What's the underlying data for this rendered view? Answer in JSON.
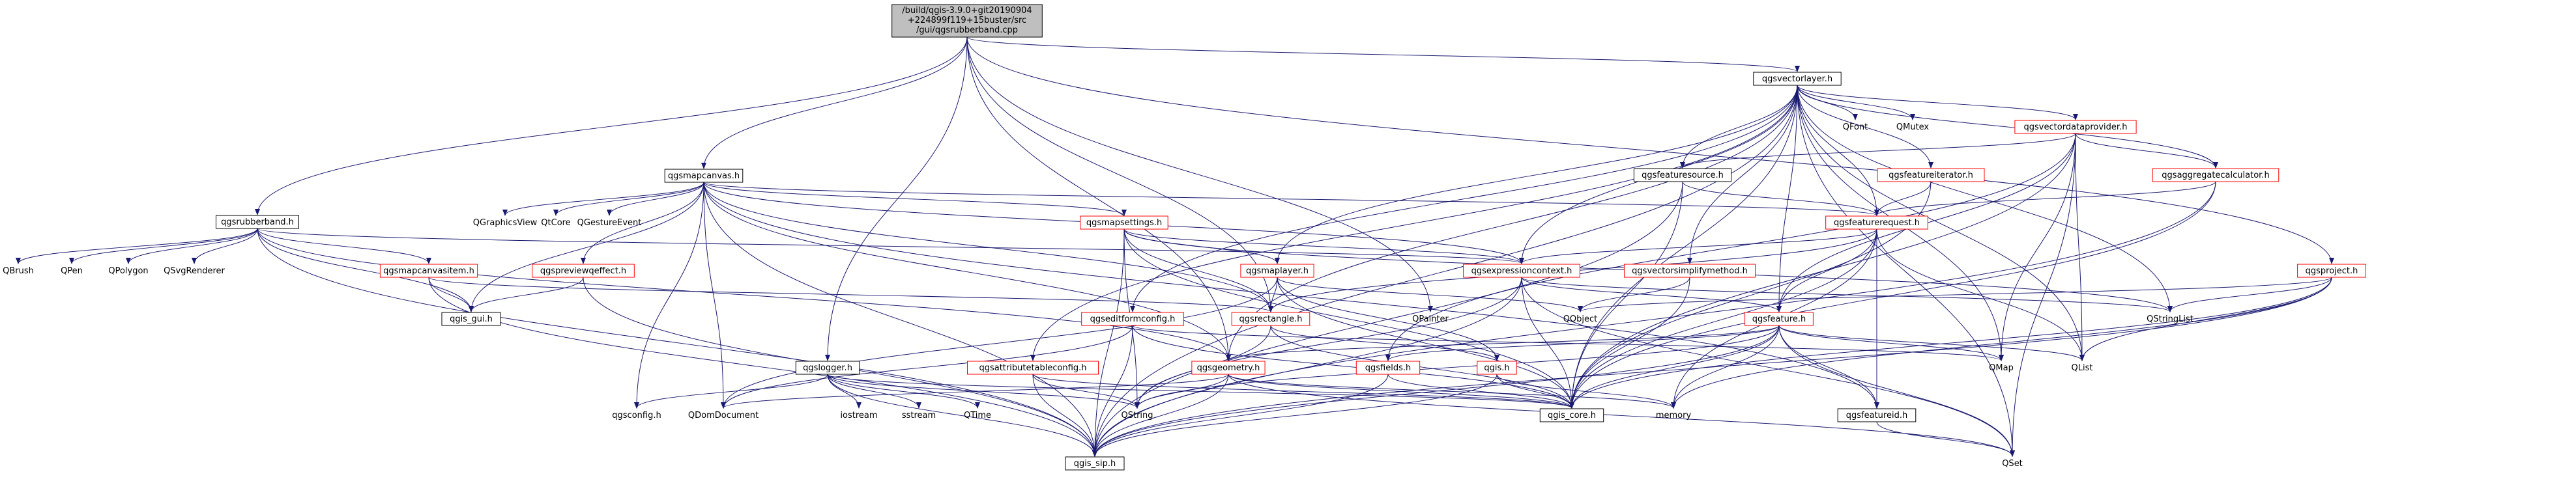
{
  "graph": {
    "root": [
      "/build/qgis-3.9.0+git20190904",
      "+224899f119+15buster/src",
      "/gui/qgsrubberband.cpp"
    ],
    "nodes": {
      "qgsvectorlayer": "qgsvectorlayer.h",
      "qgsmapcanvas": "qgsmapcanvas.h",
      "qgsrubberband": "qgsrubberband.h",
      "qgsmapsettings": "qgsmapsettings.h",
      "qgsfeaturesource": "qgsfeaturesource.h",
      "qgsvectordataprovider": "qgsvectordataprovider.h",
      "qgsfeatureiterator": "qgsfeatureiterator.h",
      "qgsaggregatecalculator": "qgsaggregatecalculator.h",
      "qgsfeaturerequest": "qgsfeaturerequest.h",
      "qgsmapcanvasitem": "qgsmapcanvasitem.h",
      "qgspreviewquffect": "qgspreviewqeffect.h",
      "qgsmaplayer": "qgsmaplayer.h",
      "qgsexpressioncontext": "qgsexpressioncontext.h",
      "qgsvectorsimplifymethod": "qgsvectorsimplifymethod.h",
      "qgsproject": "qgsproject.h",
      "qgseditformconfig": "qgseditformconfig.h",
      "qgsrectangle": "qgsrectangle.h",
      "qgsfeature": "qgsfeature.h",
      "qgslogger": "qgslogger.h",
      "qgsattributetableconfig": "qgsattributetableconfig.h",
      "qgsgeometry": "qgsgeometry.h",
      "qgsfields": "qgsfields.h",
      "qgis": "qgis.h",
      "qgis_gui": "qgis_gui.h",
      "qgis_core": "qgis_core.h",
      "qgsfeatureid": "qgsfeatureid.h",
      "qgis_sip": "qgis_sip.h",
      "QFont": "QFont",
      "QMutex": "QMutex",
      "QGraphicsView": "QGraphicsView",
      "QtCore": "QtCore",
      "QGestureEvent": "QGestureEvent",
      "QBrush": "QBrush",
      "QPen": "QPen",
      "QPolygon": "QPolygon",
      "QSvgRenderer": "QSvgRenderer",
      "QObject": "QObject",
      "QPainter": "QPainter",
      "QStringList": "QStringList",
      "QMap": "QMap",
      "QList": "QList",
      "qgsconfig": "qgsconfig.h",
      "QDomDocument": "QDomDocument",
      "iostream": "iostream",
      "sstream": "sstream",
      "QTime": "QTime",
      "QString": "QString",
      "memory": "memory",
      "QSet": "QSet"
    },
    "colors": {
      "root_fill": "#bfbfbf",
      "edge": "#191970",
      "project_border": "#ff0000",
      "system_text": "#555555"
    }
  }
}
